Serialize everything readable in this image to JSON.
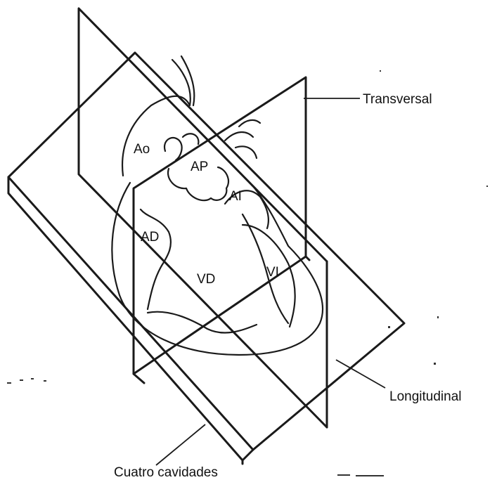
{
  "labels": {
    "ao": "Ao",
    "ap": "AP",
    "ai": "AI",
    "ad": "AD",
    "vd": "VD",
    "vi": "VI",
    "transversal": "Transversal",
    "longitudinal": "Longitudinal",
    "cuatro_cavidades": "Cuatro cavidades"
  },
  "colors": {
    "ink": "#1a1a1a",
    "background": "#ffffff"
  }
}
